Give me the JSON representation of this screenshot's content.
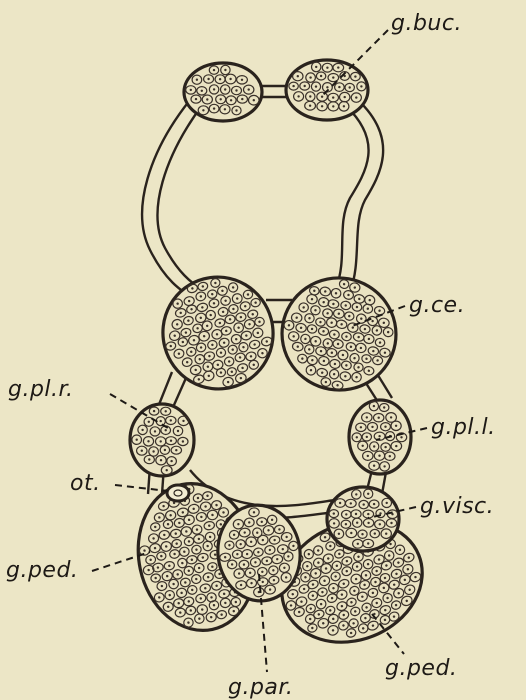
{
  "labels": {
    "buccal": "g.buc.",
    "cerebral": "g.ce.",
    "pleural_right": "g.pl.r.",
    "pleural_left": "g.pl.l.",
    "otocyst": "ot.",
    "visceral": "g.visc.",
    "pedal_left": "g.ped.",
    "pedal_right": "g.ped.",
    "parietal": "g.par."
  },
  "colors": {
    "background": "#ece6c6",
    "ink": "#2a231d"
  }
}
